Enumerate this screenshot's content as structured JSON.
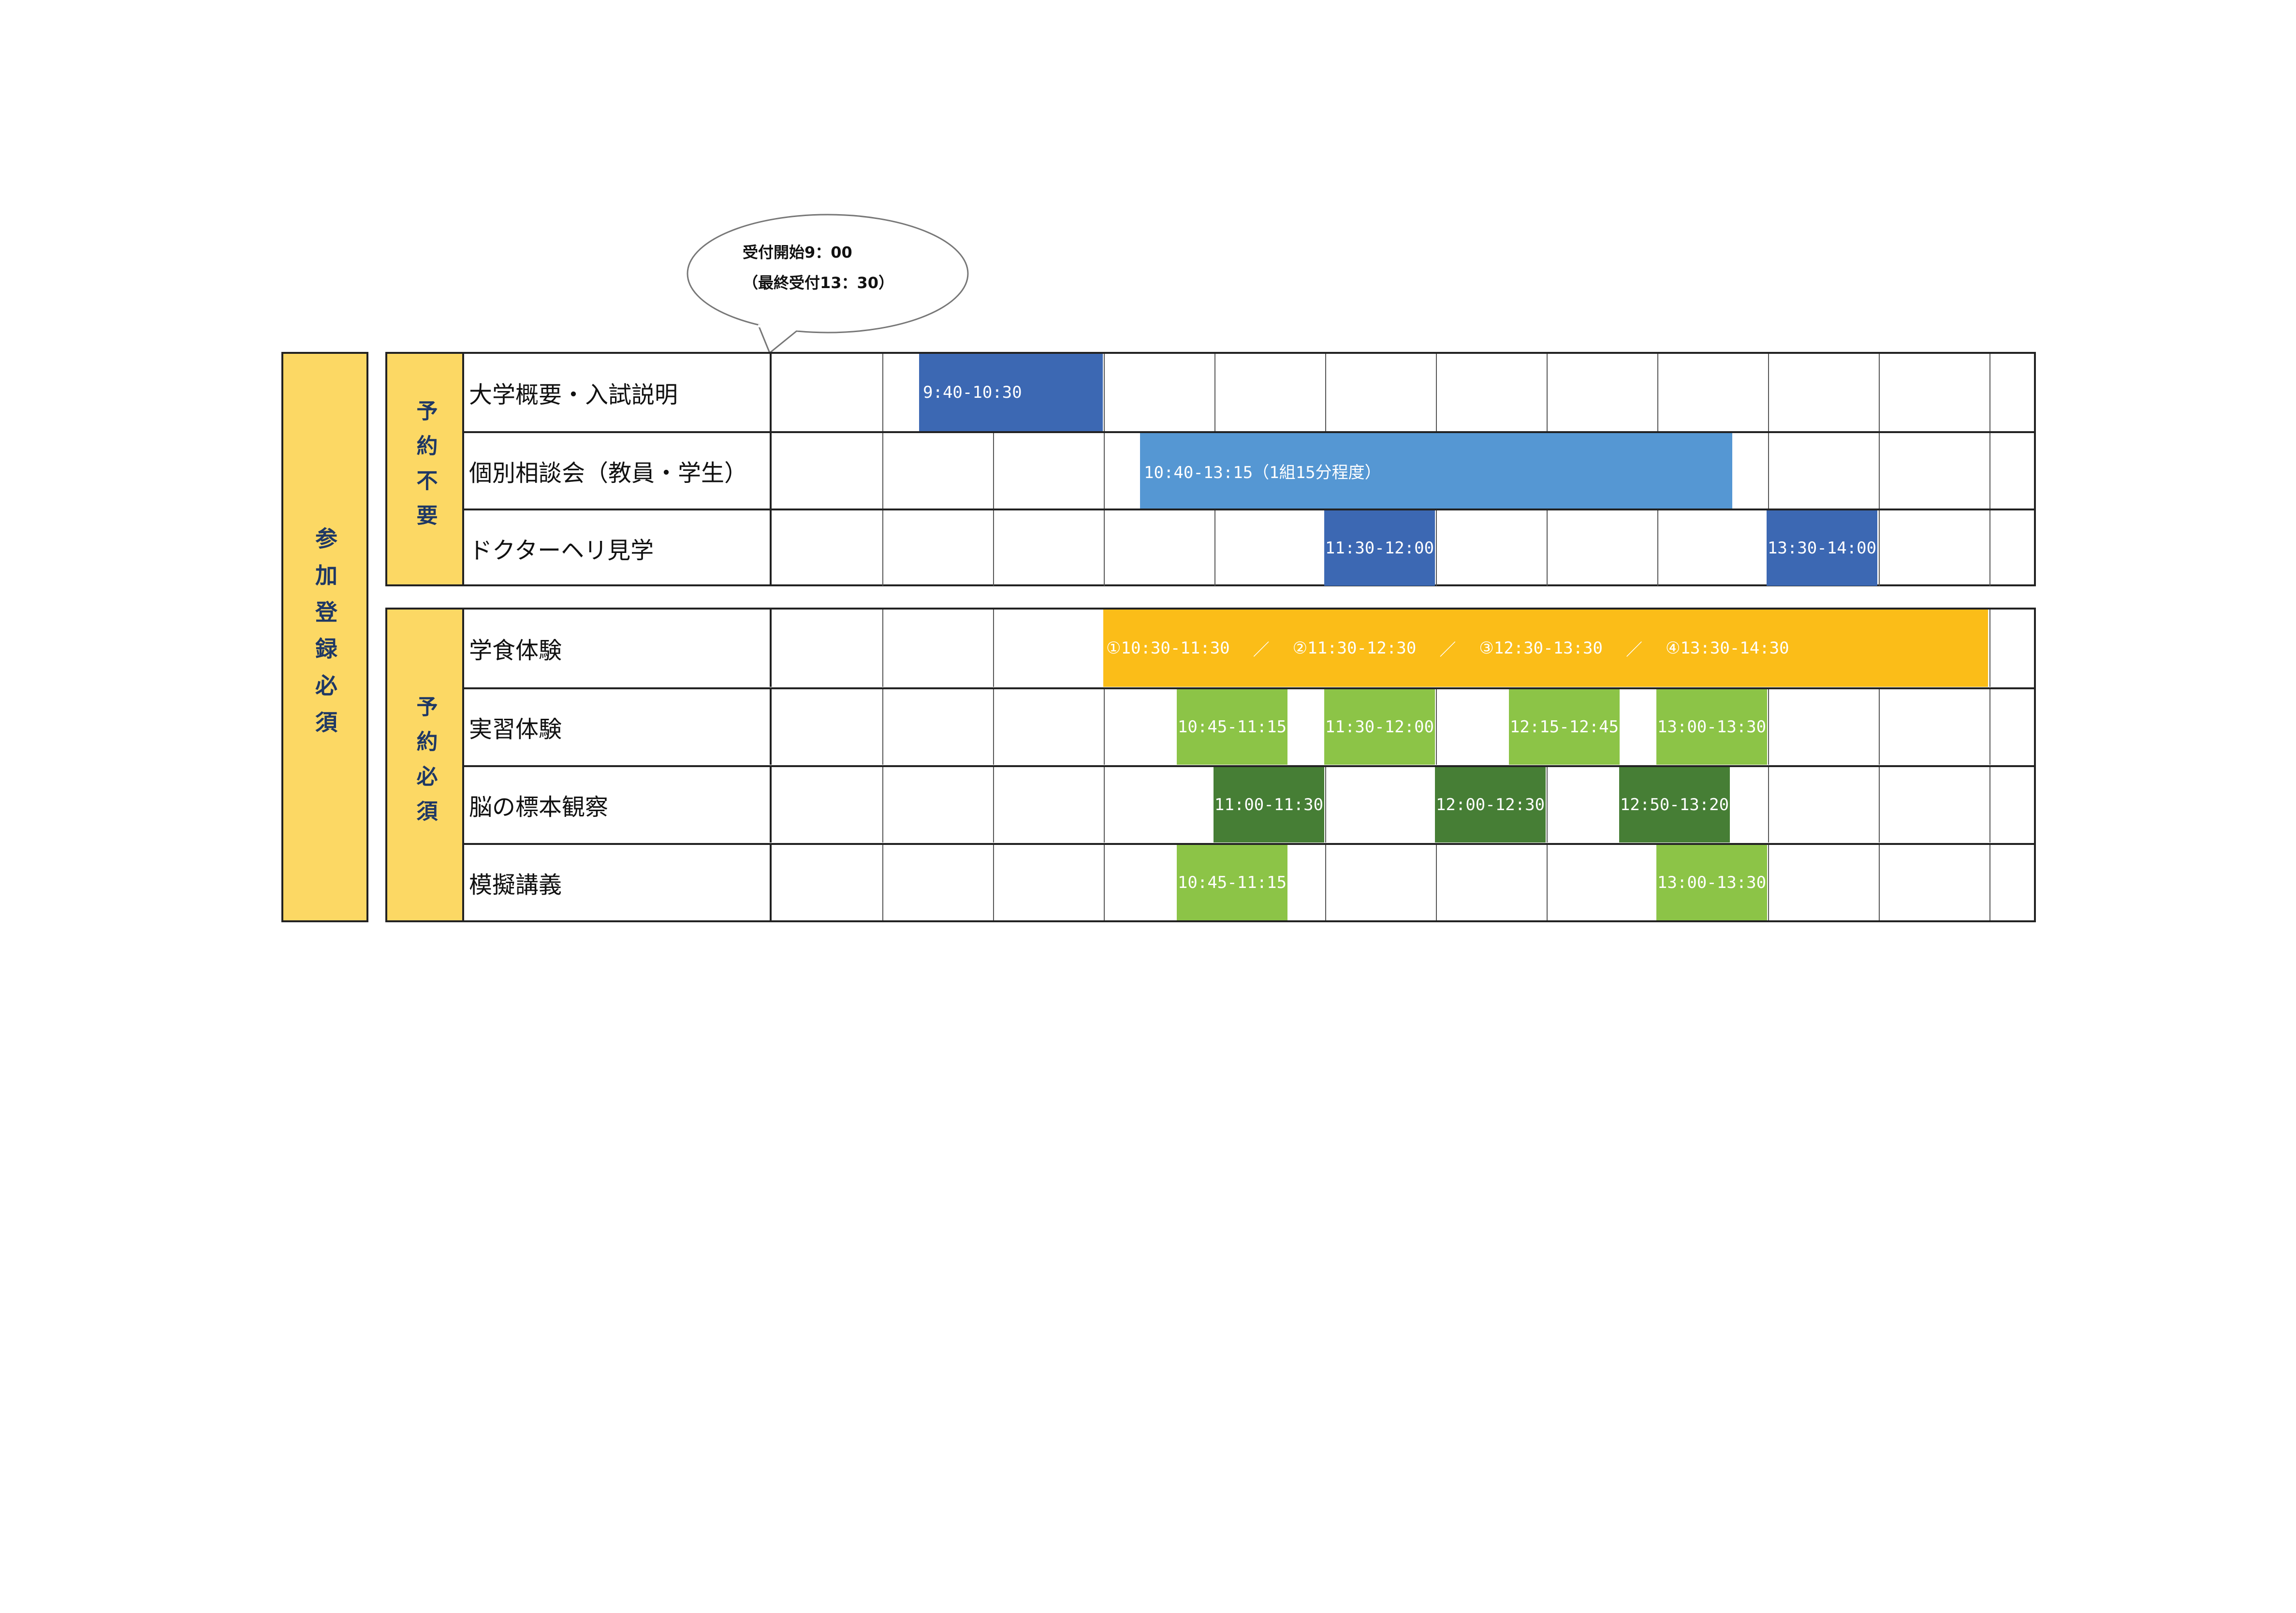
{
  "callout": {
    "line1": "受付開始9：00",
    "line2": "（最終受付13：30）"
  },
  "outer_label": "参加登録必須",
  "sections": [
    {
      "label": "予約不要",
      "rows": [
        {
          "name": "大学概要・入試説明",
          "slots": [
            {
              "text": "9:40-10:30",
              "color": "#3c68b3"
            }
          ]
        },
        {
          "name": "個別相談会（教員・学生）",
          "slots": [
            {
              "text": "10:40-13:15（1組15分程度）",
              "color": "#5597d3"
            }
          ]
        },
        {
          "name": "ドクターヘリ見学",
          "slots": [
            {
              "text": "11:30-12:00",
              "color": "#3c68b3"
            },
            {
              "text": "13:30-14:00",
              "color": "#3c68b3"
            }
          ]
        }
      ]
    },
    {
      "label": "予約必須",
      "rows": [
        {
          "name": "学食体験",
          "slots": [
            {
              "color": "#fbbd18",
              "parts": [
                "①10:30-11:30",
                "／",
                "②11:30-12:30",
                "／",
                "③12:30-13:30",
                "／",
                "④13:30-14:30"
              ]
            }
          ]
        },
        {
          "name": "実習体験",
          "slots": [
            {
              "text": "10:45-11:15",
              "color": "#8cc447"
            },
            {
              "text": "11:30-12:00",
              "color": "#8cc447"
            },
            {
              "text": "12:15-12:45",
              "color": "#8cc447"
            },
            {
              "text": "13:00-13:30",
              "color": "#8cc447"
            }
          ]
        },
        {
          "name": "脳の標本観察",
          "slots": [
            {
              "text": "11:00-11:30",
              "color": "#467e35"
            },
            {
              "text": "12:00-12:30",
              "color": "#467e35"
            },
            {
              "text": "12:50-13:20",
              "color": "#467e35"
            }
          ]
        },
        {
          "name": "模擬講義",
          "slots": [
            {
              "text": "10:45-11:15",
              "color": "#8cc447"
            },
            {
              "text": "13:00-13:30",
              "color": "#8cc447"
            }
          ]
        }
      ]
    }
  ]
}
